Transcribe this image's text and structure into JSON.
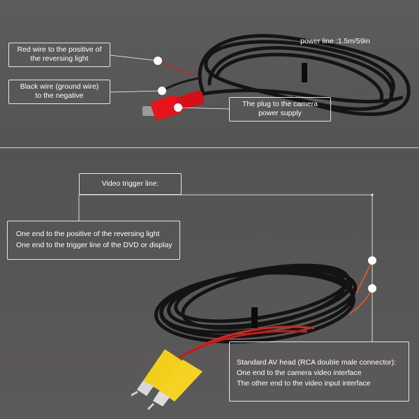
{
  "top": {
    "power_line_label": "power line :1.5m/59in",
    "red_wire": {
      "line1": "Red wire to the positive of",
      "line2": "the reversing light"
    },
    "black_wire": {
      "line1": "Black wire (ground wire)",
      "line2": "to the negative"
    },
    "plug": {
      "line1": "The plug to the camera",
      "line2": "power supply"
    }
  },
  "bottom": {
    "video_trigger": "Video trigger line:",
    "trigger_info": {
      "line1": "One end to the positive of the reversing light",
      "line2": "One end to the trigger line of the DVD or display"
    },
    "av_head": {
      "line1": "Standard AV head (RCA double male connector):",
      "line2": "One end to the camera video interface",
      "line3": "The other end to the video input interface"
    }
  },
  "colors": {
    "background": "#5a5959",
    "cable": "#151515",
    "red_wire": "#d8231f",
    "plug_red": "#e8141c",
    "rca_yellow": "#f2cf1c"
  }
}
